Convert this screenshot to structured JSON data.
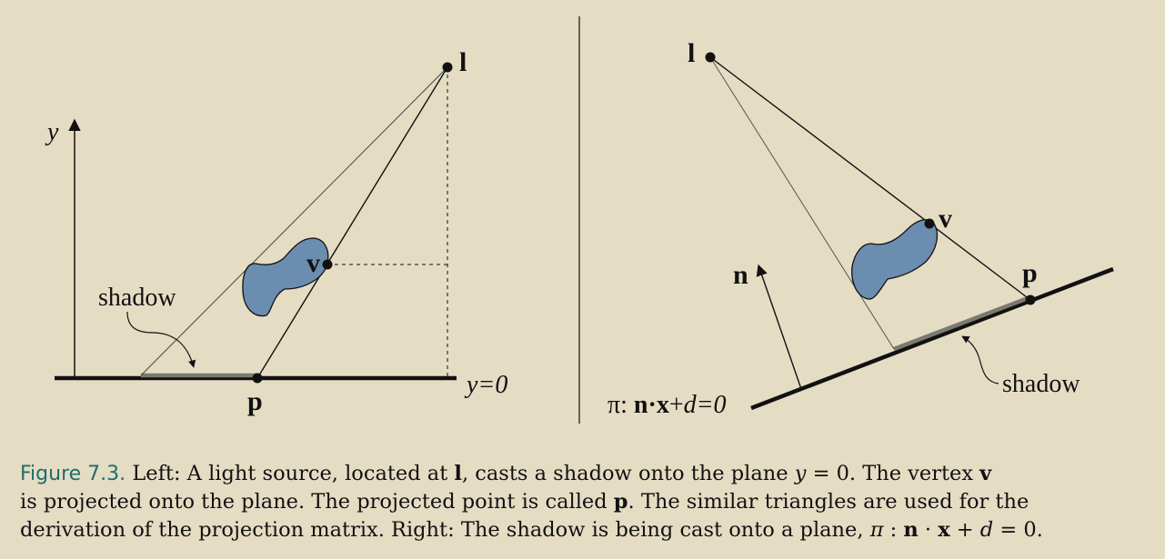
{
  "left_diagram": {
    "axis_label": "y",
    "plane_label": "y=0",
    "light_label": "l",
    "vertex_label": "v",
    "projected_label": "p",
    "shadow_label": "shadow"
  },
  "right_diagram": {
    "light_label": "l",
    "vertex_label": "v",
    "projected_label": "p",
    "normal_label": "n",
    "shadow_label": "shadow",
    "plane_equation": {
      "pi": "π: ",
      "n": "n",
      "dot": "·",
      "x": "x",
      "plus": "+",
      "d": "d",
      "eq": "=0"
    }
  },
  "caption": {
    "figure_label": "Figure 7.3.",
    "line1": {
      "a": "Left: A light source, located at ",
      "l": "l",
      "b": ", casts a shadow onto the plane ",
      "y": "y",
      "c": " = 0.  The vertex ",
      "v": "v"
    },
    "line2": {
      "a": "is projected onto the plane. The projected point is called ",
      "p": "p",
      "b": ". The similar triangles are used for the"
    },
    "line3": {
      "a": "derivation of the projection matrix. Right: The shadow is being cast onto a plane, ",
      "pi": "π",
      "b": " : ",
      "n": "n",
      "c": " · ",
      "x": "x",
      "d_pre": " + ",
      "d": "d",
      "e": " = 0."
    }
  },
  "colors": {
    "background": "#e5dcc4",
    "blob_fill": "#6a8db0",
    "figure_label": "#1f6e6b",
    "shadow_stroke": "#7a7a6e"
  }
}
